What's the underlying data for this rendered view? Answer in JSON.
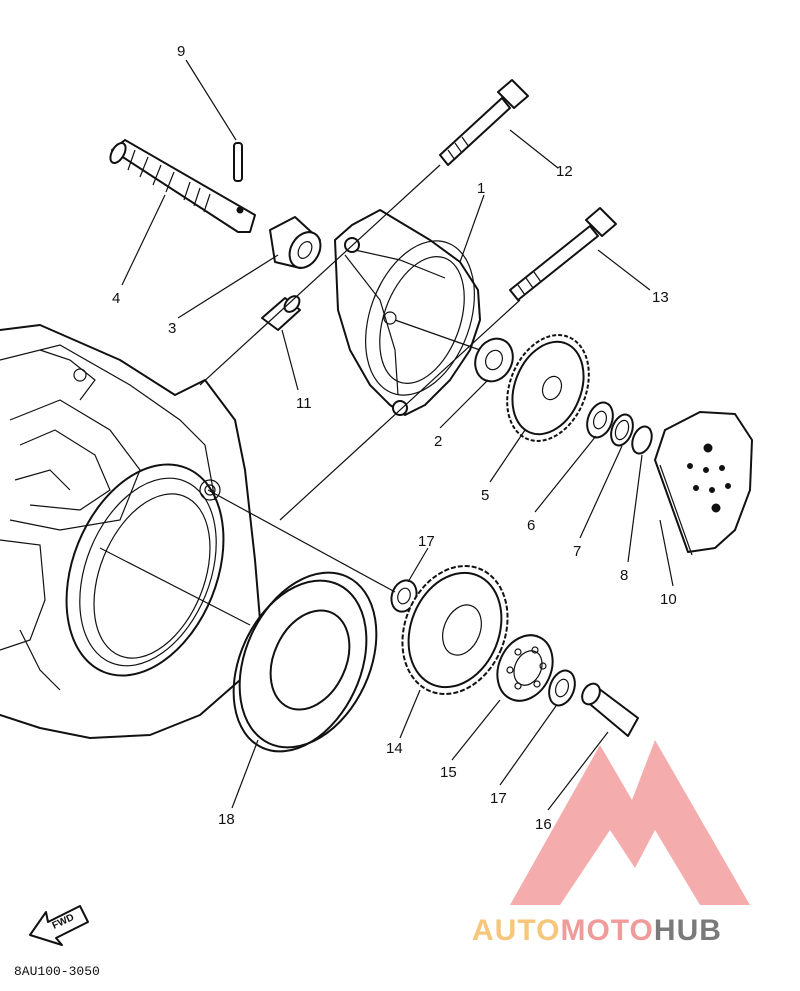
{
  "diagram": {
    "part_labels": {
      "p1": "1",
      "p2": "2",
      "p3": "3",
      "p4": "4",
      "p5": "5",
      "p6": "6",
      "p7": "7",
      "p8": "8",
      "p9": "9",
      "p10": "10",
      "p11": "11",
      "p12": "12",
      "p13": "13",
      "p14": "14",
      "p15": "15",
      "p16": "16",
      "p17a": "17",
      "p17b": "17",
      "p18": "18"
    },
    "drawing_code": "8AU100-3050",
    "fwd_label": "FWD"
  },
  "watermark": {
    "part1": "AUTO",
    "part2": "MOTO",
    "part3": "HUB",
    "colors": {
      "logo": "#f4a3a3",
      "auto": "#f6c77a",
      "moto": "#f19a9a",
      "hub": "#7a7a7a"
    }
  }
}
